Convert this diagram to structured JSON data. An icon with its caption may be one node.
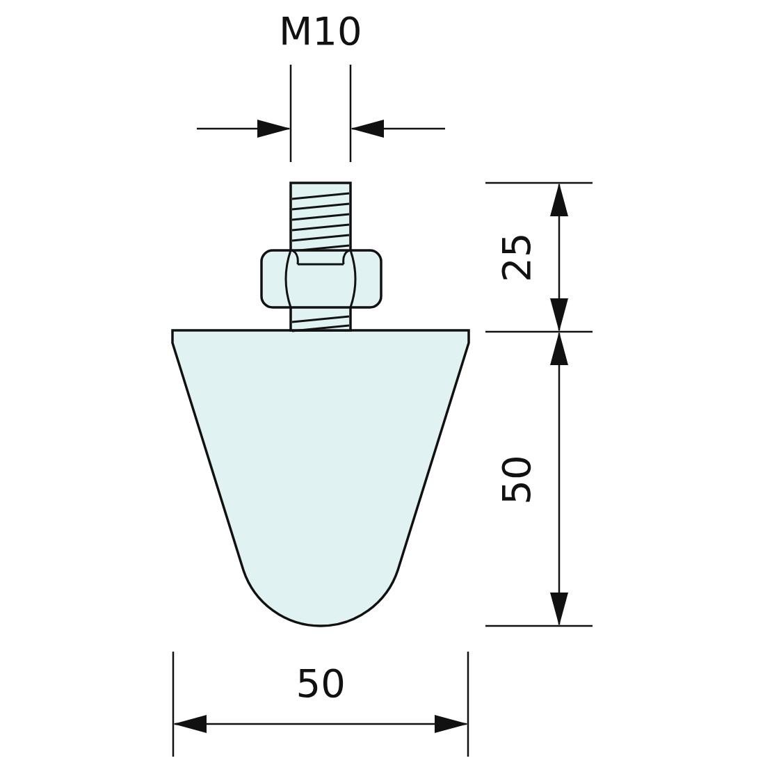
{
  "diagram": {
    "labels": [
      "M10",
      "25",
      "50",
      "50"
    ]
  }
}
